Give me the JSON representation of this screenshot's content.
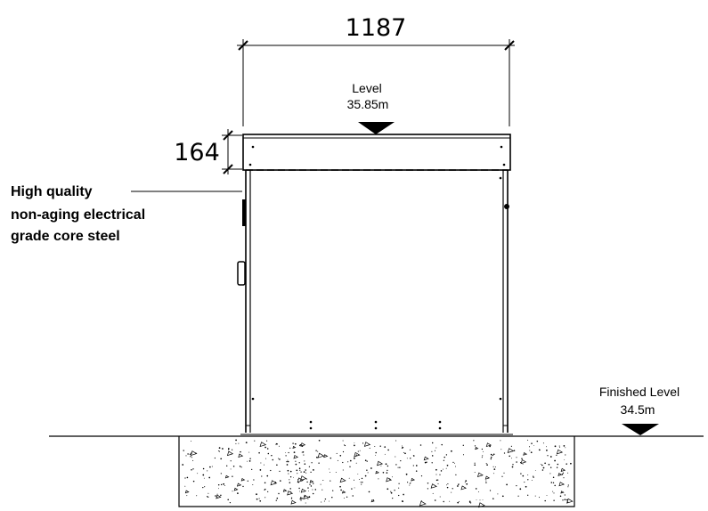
{
  "dimensions": {
    "width_label": "1187",
    "height_label": "164"
  },
  "top_level": {
    "label": "Level",
    "value": "35.85m"
  },
  "finished_level": {
    "label": "Finished Level",
    "value": "34.5m"
  },
  "annotation": {
    "lines": [
      "High quality",
      "non-aging electrical",
      "grade core steel"
    ]
  },
  "colors": {
    "line": "#000000",
    "background": "#ffffff",
    "lid_fill": "#ffffff"
  }
}
